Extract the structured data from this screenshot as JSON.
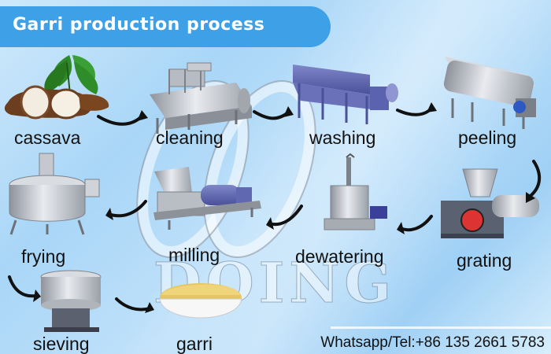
{
  "title": "Garri production process",
  "steps": {
    "cassava": "cassava",
    "cleaning": "cleaning",
    "washing": "washing",
    "peeling": "peeling",
    "frying": "frying",
    "milling": "milling",
    "dewatering": "dewatering",
    "grating": "grating",
    "sieving": "sieving",
    "garri": "garri"
  },
  "watermark": "DOING",
  "contact": "Whatsapp/Tel:+86 135 2661 5783",
  "colors": {
    "banner": "#3ea0e6",
    "machine_steel": "#c9ccd4",
    "machine_blue": "#5b63b0",
    "arrow": "#111111"
  }
}
